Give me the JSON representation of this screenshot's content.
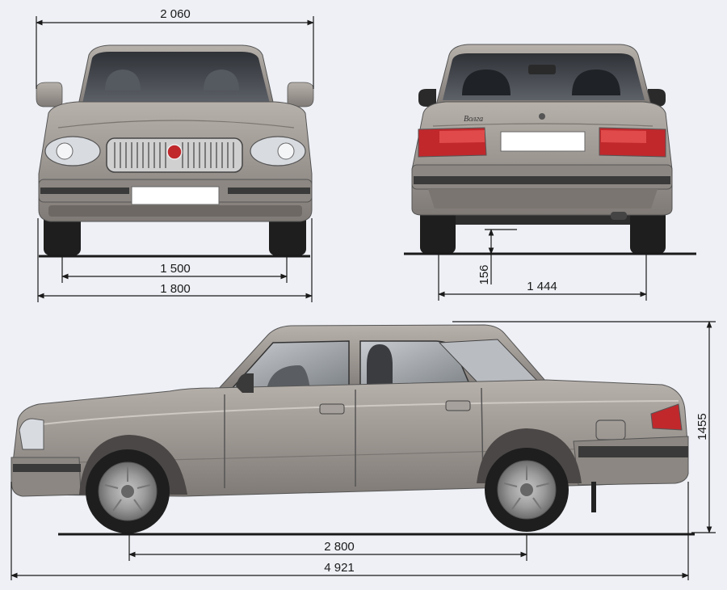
{
  "diagram": {
    "dimensions": {
      "front_mirror_width": "2 060",
      "front_track": "1 500",
      "front_overall_width": "1 800",
      "ground_clearance": "156",
      "rear_track": "1 444",
      "height": "1455",
      "wheelbase": "2 800",
      "overall_length": "4 921"
    },
    "rear_badge": "Волга",
    "colors": {
      "background": "#eef0f5",
      "body": "#9a948f",
      "glass": "#3c3f44",
      "tail_light": "#c0282c",
      "dimension_line": "#1a1a1a"
    },
    "icons": {
      "arrow": "arrowhead",
      "car_views": [
        "front-view",
        "rear-view",
        "side-view"
      ]
    }
  }
}
